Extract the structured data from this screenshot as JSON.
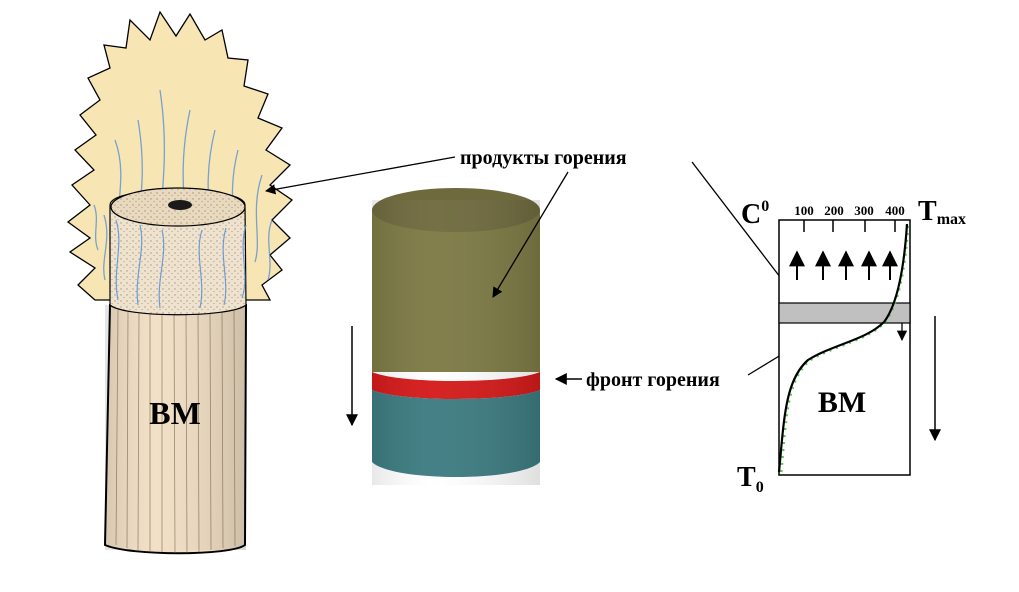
{
  "labels": {
    "vm_left": "ВМ",
    "combustion_products": "продукты горения",
    "combustion_front": "фронт горения",
    "vm_right": "ВМ",
    "c_base": "C",
    "c_sup": "0",
    "t_max_base": "T",
    "t_max_sub": "max",
    "t0_base": "T",
    "t0_sub": "0"
  },
  "scale_ticks": [
    "100",
    "200",
    "300",
    "400"
  ],
  "colors": {
    "flame": "#f7e6b3",
    "flame_blue": "#5a8fd6",
    "burnt_zone": "#7d7a45",
    "front": "#d41a1a",
    "unburnt_zone": "#3c7b80",
    "reaction_band": "#c0c0c0",
    "charge_body": "#f1dfc4"
  },
  "icons": [
    "arrow-down-icon",
    "arrow-up-icon",
    "arrow-left-icon"
  ]
}
